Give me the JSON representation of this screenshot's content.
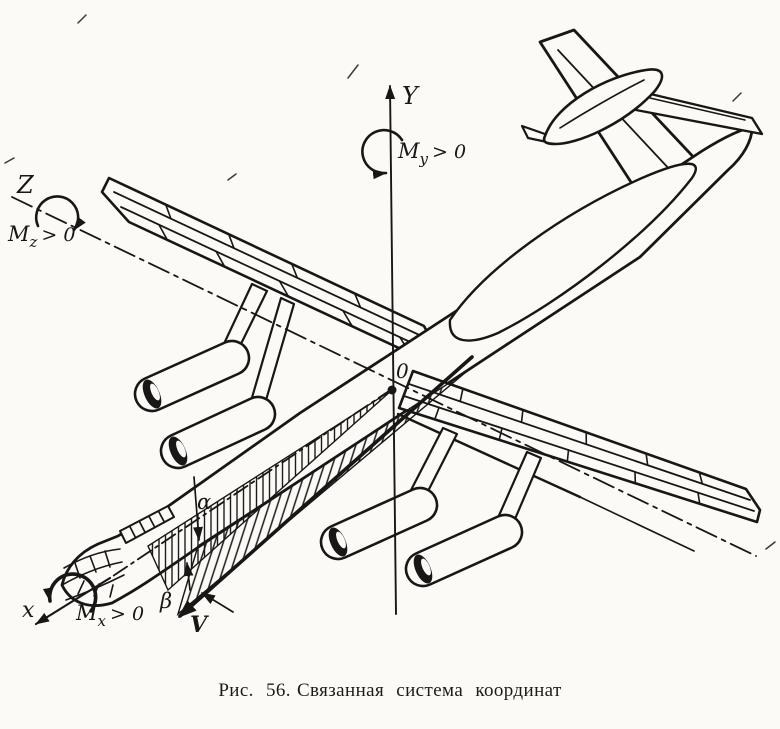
{
  "figure": {
    "caption": {
      "fig_label": "Рис. 56.",
      "title": "Связанная система координат"
    },
    "origin": {
      "label": "0"
    },
    "axes": {
      "y": {
        "label": "Y"
      },
      "z": {
        "label": "Z"
      },
      "x": {
        "label": "x"
      }
    },
    "moments": {
      "my": {
        "base": "M",
        "sub": "y",
        "comparison": "> 0"
      },
      "mz": {
        "base": "M",
        "sub": "z",
        "comparison": "> 0"
      },
      "mx": {
        "base": "M",
        "sub": "x",
        "comparison": "> 0"
      }
    },
    "velocity": {
      "label": "V"
    },
    "angles": {
      "alpha": "α",
      "beta": "β"
    },
    "colors": {
      "ink": "#181715",
      "paper": "#fbfaf7"
    }
  }
}
